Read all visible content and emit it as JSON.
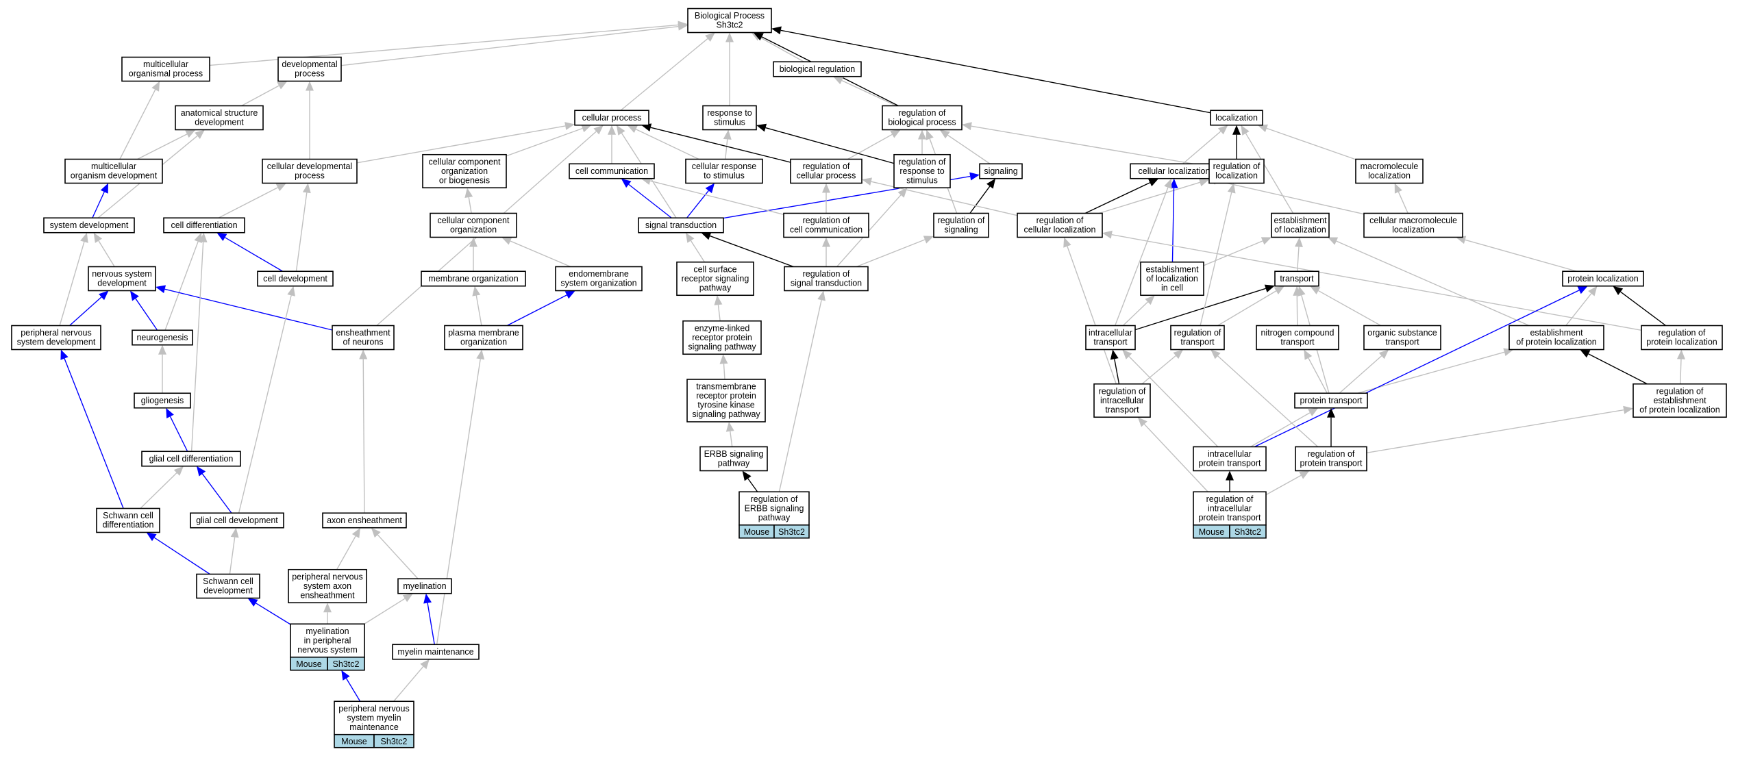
{
  "colors": {
    "gray": "#c0c0c0",
    "black": "#000000",
    "blue": "#0000ff",
    "badge": "#add8e6"
  },
  "nodes": {
    "bp": [
      "Biological Process",
      "Sh3tc2"
    ],
    "mop": [
      "multicellular",
      "organismal process"
    ],
    "devp": [
      "developmental",
      "process"
    ],
    "bioreg": [
      "biological regulation"
    ],
    "asd": [
      "anatomical structure",
      "development"
    ],
    "cellproc": [
      "cellular process"
    ],
    "rts": [
      "response to",
      "stimulus"
    ],
    "rbp": [
      "regulation of",
      "biological process"
    ],
    "loc": [
      "localization"
    ],
    "mod": [
      "multicellular",
      "organism development"
    ],
    "cdp": [
      "cellular developmental",
      "process"
    ],
    "ccob": [
      "cellular component",
      "organization",
      "or biogenesis"
    ],
    "cellcomm": [
      "cell communication"
    ],
    "crts": [
      "cellular response",
      "to stimulus"
    ],
    "rcp": [
      "regulation of",
      "cellular process"
    ],
    "rrts": [
      "regulation of",
      "response to",
      "stimulus"
    ],
    "signaling": [
      "signaling"
    ],
    "cellloc": [
      "cellular localization"
    ],
    "regloc": [
      "regulation of",
      "localization"
    ],
    "macloc": [
      "macromolecule",
      "localization"
    ],
    "sysdev": [
      "system development"
    ],
    "celldiff": [
      "cell differentiation"
    ],
    "cco": [
      "cellular component",
      "organization"
    ],
    "sigtrans": [
      "signal transduction"
    ],
    "rcc": [
      "regulation of",
      "cell communication"
    ],
    "regsig": [
      "regulation of",
      "signaling"
    ],
    "rcl": [
      "regulation of",
      "cellular localization"
    ],
    "estloc": [
      "establishment",
      "of localization"
    ],
    "cmlloc": [
      "cellular macromolecule",
      "localization"
    ],
    "nsd": [
      "nervous system",
      "development"
    ],
    "celldev": [
      "cell development"
    ],
    "memorg": [
      "membrane organization"
    ],
    "endo": [
      "endomembrane",
      "system organization"
    ],
    "csrsp": [
      "cell surface",
      "receptor signaling",
      "pathway"
    ],
    "rst": [
      "regulation of",
      "signal transduction"
    ],
    "elic": [
      "establishment",
      "of localization",
      "in cell"
    ],
    "transport": [
      "transport"
    ],
    "protloc": [
      "protein localization"
    ],
    "pnsd": [
      "peripheral nervous",
      "system development"
    ],
    "neurogen": [
      "neurogenesis"
    ],
    "ensh": [
      "ensheathment",
      "of neurons"
    ],
    "pmo": [
      "plasma membrane",
      "organization"
    ],
    "elrsp": [
      "enzyme-linked",
      "receptor protein",
      "signaling pathway"
    ],
    "intratrans": [
      "intracellular",
      "transport"
    ],
    "regtrans": [
      "regulation of",
      "transport"
    ],
    "nct": [
      "nitrogen compound",
      "transport"
    ],
    "ost": [
      "organic substance",
      "transport"
    ],
    "epl": [
      "establishment",
      "of protein localization"
    ],
    "rpl": [
      "regulation of",
      "protein localization"
    ],
    "gliogen": [
      "gliogenesis"
    ],
    "trptk": [
      "transmembrane",
      "receptor protein",
      "tyrosine kinase",
      "signaling pathway"
    ],
    "rit": [
      "regulation of",
      "intracellular",
      "transport"
    ],
    "prottrans": [
      "protein transport"
    ],
    "repl": [
      "regulation of",
      "establishment",
      "of protein localization"
    ],
    "gcd": [
      "glial cell differentiation"
    ],
    "erbb": [
      "ERBB signaling",
      "pathway"
    ],
    "ipt": [
      "intracellular",
      "protein transport"
    ],
    "rpt": [
      "regulation of",
      "protein transport"
    ],
    "scd": [
      "Schwann cell",
      "differentiation"
    ],
    "gcdev": [
      "glial cell development"
    ],
    "axonens": [
      "axon ensheathment"
    ],
    "rerbb": [
      "regulation of",
      "ERBB signaling",
      "pathway"
    ],
    "ript": [
      "regulation of",
      "intracellular",
      "protein transport"
    ],
    "scdev": [
      "Schwann cell",
      "development"
    ],
    "pnsae": [
      "peripheral nervous",
      "system axon",
      "ensheathment"
    ],
    "myelination": [
      "myelination"
    ],
    "mipns": [
      "myelination",
      "in peripheral",
      "nervous system"
    ],
    "mm": [
      "myelin maintenance"
    ],
    "pnsmm": [
      "peripheral nervous",
      "system myelin",
      "maintenance"
    ]
  },
  "badges": {
    "rerbb": [
      "Mouse",
      "Sh3tc2"
    ],
    "ript": [
      "Mouse",
      "Sh3tc2"
    ],
    "mipns": [
      "Mouse",
      "Sh3tc2"
    ],
    "pnsmm": [
      "Mouse",
      "Sh3tc2"
    ]
  }
}
